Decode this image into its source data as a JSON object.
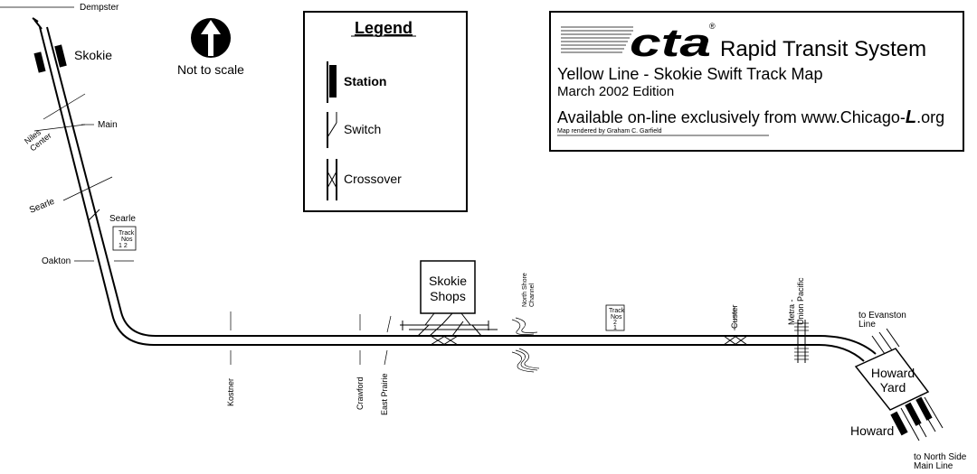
{
  "title_box": {
    "brand": "cta",
    "system": "Rapid Transit System",
    "line_title": "Yellow Line - Skokie Swift Track Map",
    "edition": "March 2002 Edition",
    "availability_prefix": "Available on-line exclusively from www.Chicago-",
    "availability_suffix": ".org",
    "credit": "Map rendered by Graham C. Garfield"
  },
  "legend": {
    "title": "Legend",
    "items": [
      {
        "label": "Station"
      },
      {
        "label": "Switch"
      },
      {
        "label": "Crossover"
      }
    ]
  },
  "north_arrow": {
    "label": "Not to scale"
  },
  "stations": {
    "skokie": "Skokie",
    "howard": "Howard"
  },
  "yards": {
    "skokie_shops": [
      "Skokie",
      "Shops"
    ],
    "howard_yard": [
      "Howard",
      "Yard"
    ]
  },
  "streets": {
    "dempster": "Dempster",
    "main": "Main",
    "niles_center": [
      "Niles",
      "Center"
    ],
    "searle_street": "Searle",
    "oakton": "Oakton",
    "kostner": "Kostner",
    "crawford": "Crawford",
    "east_prairie": "East Prairie",
    "north_shore_channel": [
      "North Shore",
      "Channel"
    ],
    "custer": "Custer",
    "metra_up": [
      "Metra -",
      "Union Pacific"
    ]
  },
  "track_labels": {
    "searle_name": "Searle",
    "searle_box": [
      "Track",
      "Nos",
      "1   2"
    ],
    "mid_box": [
      "Track",
      "Nos",
      "2",
      "1"
    ]
  },
  "connections": {
    "evanston": [
      "to Evanston",
      "Line"
    ],
    "north_side": [
      "to North Side",
      "Main Line"
    ]
  }
}
